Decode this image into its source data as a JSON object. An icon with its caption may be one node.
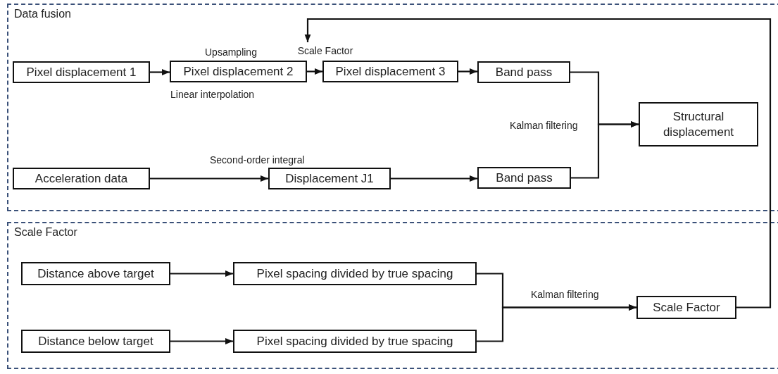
{
  "diagram": {
    "nodes": [
      {
        "text": [
          "Data fusion"
        ]
      },
      {
        "text": [
          "Scale Factor"
        ],
        "in": 0
      },
      {
        "text": [
          "Pixel displacement 1"
        ],
        "in": 0
      },
      {
        "text": [
          "Pixel displacement 2"
        ],
        "in": 0
      },
      {
        "text": [
          "Pixel displacement 3"
        ],
        "in": 0
      },
      {
        "text": [
          "Band pass"
        ],
        "in": 0
      },
      {
        "text": [
          "Structural displacement"
        ],
        "in": 0
      },
      {
        "text": [
          "Acceleration data"
        ],
        "in": 0
      },
      {
        "text": [
          "Displacement J1"
        ],
        "in": 0
      },
      {
        "text": [
          "Band pass"
        ],
        "in": 0
      },
      {
        "text": [
          "Scale Factor"
        ]
      },
      {
        "text": [
          "Distance above target"
        ],
        "in": 10
      },
      {
        "text": [
          "Pixel spacing divided by true spacing"
        ],
        "in": 10
      },
      {
        "text": [
          "Distance below target"
        ],
        "in": 10
      },
      {
        "text": [
          "Pixel spacing divided by true spacing"
        ],
        "in": 10
      },
      {
        "text": [
          "Scale Factor"
        ],
        "in": 10
      }
    ],
    "edges": [
      {
        "from": 2,
        "to": 3,
        "arrow": "to",
        "label": "Upsampling"
      },
      {
        "from": 3,
        "to": 4,
        "arrow": "to"
      },
      {
        "from": 4,
        "to": 5,
        "arrow": "to"
      },
      {
        "from": 5,
        "to": 6,
        "arrow": "to",
        "label": "Kalman filtering"
      },
      {
        "from": 9,
        "to": 6,
        "arrow": "to"
      },
      {
        "from": 7,
        "to": 8,
        "arrow": "to",
        "label": "Second-order integral"
      },
      {
        "from": 8,
        "to": 9,
        "arrow": "to"
      },
      {
        "from": 11,
        "to": 12,
        "arrow": "to"
      },
      {
        "from": 13,
        "to": 14,
        "arrow": "to"
      },
      {
        "from": 12,
        "to": 15,
        "arrow": "to",
        "label": "Kalman filtering"
      },
      {
        "from": 14,
        "to": 15,
        "arrow": "to"
      },
      {
        "from": 15,
        "to": 1,
        "arrow": "to"
      }
    ],
    "labels": [
      "Linear interpolation"
    ]
  }
}
